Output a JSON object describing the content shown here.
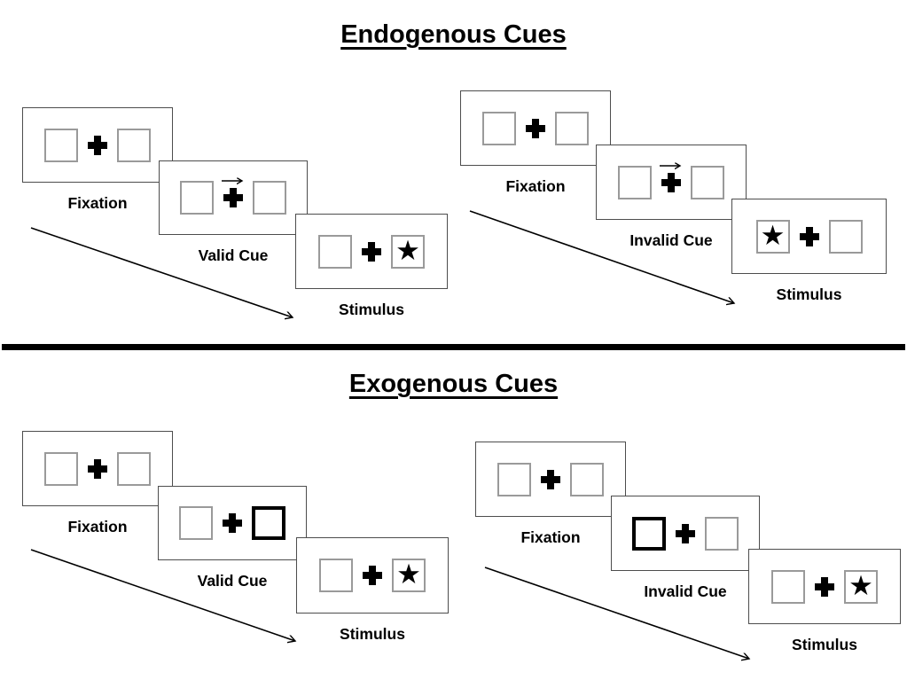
{
  "colors": {
    "ink": "#000000",
    "square_border": "#9a9a9a",
    "panel_border": "#4d4d4d"
  },
  "icons": {
    "star_glyph": "★",
    "cue_arrow_direction": "right",
    "fixation_cross": "plus"
  },
  "sections": [
    {
      "title": "Endogenous Cues",
      "sequences": [
        {
          "name": "valid",
          "steps": [
            {
              "label": "Fixation",
              "cue": "none",
              "star": "none"
            },
            {
              "label": "Valid Cue",
              "cue": "arrow-right",
              "star": "none"
            },
            {
              "label": "Stimulus",
              "cue": "none",
              "star": "right"
            }
          ]
        },
        {
          "name": "invalid",
          "steps": [
            {
              "label": "Fixation",
              "cue": "none",
              "star": "none"
            },
            {
              "label": "Invalid Cue",
              "cue": "arrow-right",
              "star": "none"
            },
            {
              "label": "Stimulus",
              "cue": "none",
              "star": "left"
            }
          ]
        }
      ]
    },
    {
      "title": "Exogenous Cues",
      "sequences": [
        {
          "name": "valid",
          "steps": [
            {
              "label": "Fixation",
              "cue": "none",
              "star": "none"
            },
            {
              "label": "Valid Cue",
              "cue": "bold-box-right",
              "star": "none"
            },
            {
              "label": "Stimulus",
              "cue": "none",
              "star": "right"
            }
          ]
        },
        {
          "name": "invalid",
          "steps": [
            {
              "label": "Fixation",
              "cue": "none",
              "star": "none"
            },
            {
              "label": "Invalid Cue",
              "cue": "bold-box-left",
              "star": "none"
            },
            {
              "label": "Stimulus",
              "cue": "none",
              "star": "right"
            }
          ]
        }
      ]
    }
  ]
}
